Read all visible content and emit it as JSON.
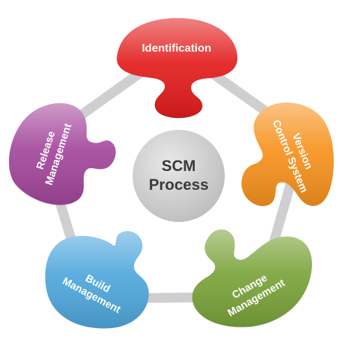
{
  "center": {
    "line1": "SCM",
    "line2": "Process",
    "color": "#d2d2d2"
  },
  "ring_color": "#cfcfcf",
  "pieces": [
    {
      "line1": "Identification",
      "line2": "",
      "color": "#e31d1d"
    },
    {
      "line1": "Version",
      "line2": "Control System",
      "color": "#f7921e"
    },
    {
      "line1": "Change",
      "line2": "Management",
      "color": "#7aa33a"
    },
    {
      "line1": "Build",
      "line2": "Management",
      "color": "#4fa7dc"
    },
    {
      "line1": "Release",
      "line2": "Management",
      "color": "#a4479c"
    }
  ]
}
